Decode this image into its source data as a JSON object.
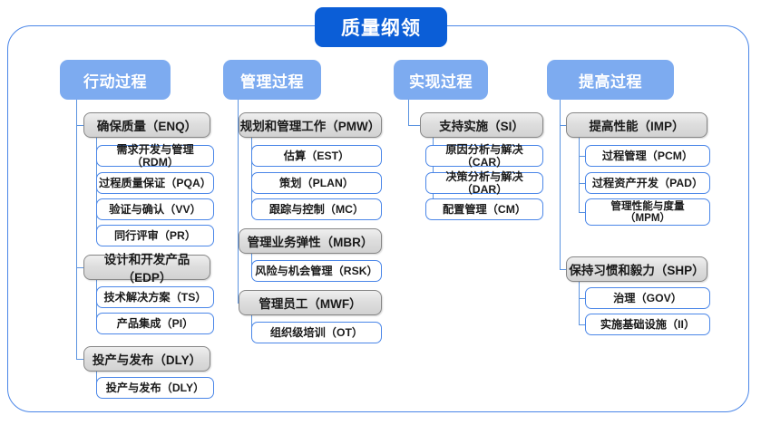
{
  "diagram": {
    "title": "质量纲领",
    "columns": [
      {
        "header": "行动过程",
        "groups": [
          {
            "label": "确保质量（ENQ）",
            "children": [
              "需求开发与管理（RDM）",
              "过程质量保证（PQA）",
              "验证与确认（VV）",
              "同行评审（PR）"
            ]
          },
          {
            "label": "设计和开发产品（EDP）",
            "children": [
              "技术解决方案（TS）",
              "产品集成（PI）"
            ]
          },
          {
            "label": "投产与发布（DLY）",
            "children": [
              "投产与发布（DLY）"
            ]
          }
        ]
      },
      {
        "header": "管理过程",
        "groups": [
          {
            "label": "规划和管理工作（PMW）",
            "children": [
              "估算（EST）",
              "策划（PLAN）",
              "跟踪与控制（MC）"
            ]
          },
          {
            "label": "管理业务弹性（MBR）",
            "children": [
              "风险与机会管理（RSK）"
            ]
          },
          {
            "label": "管理员工（MWF）",
            "children": [
              "组织级培训（OT）"
            ]
          }
        ]
      },
      {
        "header": "实现过程",
        "groups": [
          {
            "label": "支持实施（SI）",
            "children": [
              "原因分析与解决（CAR）",
              "决策分析与解决（DAR）",
              "配置管理（CM）"
            ]
          }
        ]
      },
      {
        "header": "提高过程",
        "groups": [
          {
            "label": "提高性能（IMP）",
            "children": [
              "过程管理（PCM）",
              "过程资产开发（PAD）",
              "管理性能与度量\n（MPM）"
            ]
          },
          {
            "label": "保持习惯和毅力（SHP）",
            "children": [
              "治理（GOV）",
              "实施基础设施（II）"
            ]
          }
        ]
      }
    ],
    "colors": {
      "root_fill": "#0b5ed7",
      "column_header_fill": "#7dabf0",
      "frame_border": "#4a86e8",
      "group_border": "#868686",
      "leaf_border": "#4a86e8",
      "connector": "#5b93e0"
    }
  }
}
